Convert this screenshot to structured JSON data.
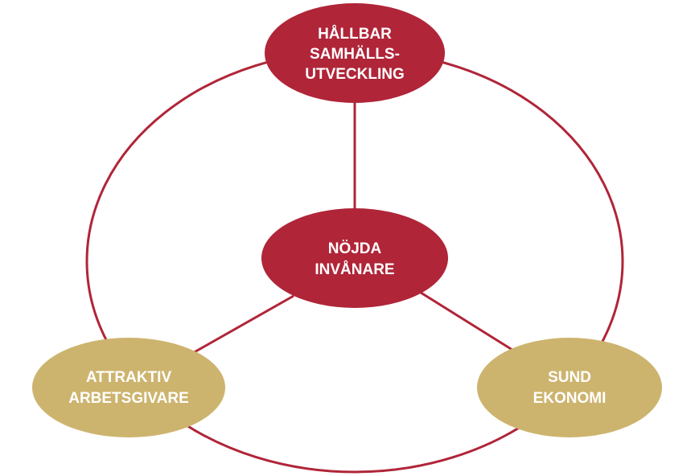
{
  "colors": {
    "primary": "#B02538",
    "secondary": "#CDB46E",
    "text": "#FFFFFF",
    "background": "#FFFFFF"
  },
  "nodes": {
    "top": {
      "lines": [
        "HÅLLBAR",
        "SAMHÄLLS-",
        "UTVECKLING"
      ]
    },
    "center": {
      "lines": [
        "NÖJDA",
        "INVÅNARE"
      ]
    },
    "left": {
      "lines": [
        "ATTRAKTIV",
        "ARBETSGIVARE"
      ]
    },
    "right": {
      "lines": [
        "SUND",
        "EKONOMI"
      ]
    }
  }
}
